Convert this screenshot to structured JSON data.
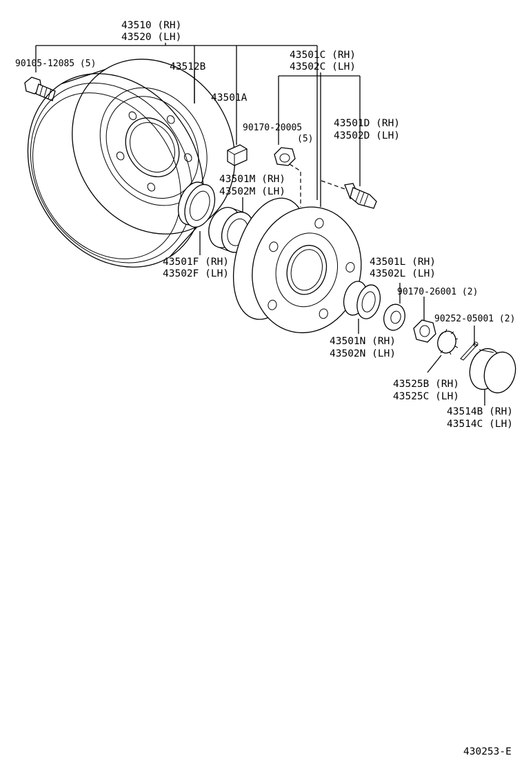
{
  "labels": {
    "assy_rh": "43510 (RH)",
    "assy_lh": "43520 (LH)",
    "hub_bolt": "90105-12085 (5)",
    "drum": "43512B",
    "seal_part": "43501A",
    "hub_rh": "43501C (RH)",
    "hub_lh": "43502C (LH)",
    "nut_stud": "90170-20005",
    "nut_stud_qty": "(5)",
    "stud_rh": "43501D (RH)",
    "stud_lh": "43502D (LH)",
    "bearing_m_rh": "43501M (RH)",
    "bearing_m_lh": "43502M (LH)",
    "seal_f_rh": "43501F (RH)",
    "seal_f_lh": "43502F (LH)",
    "washer_l_rh": "43501L (RH)",
    "washer_l_lh": "43502L (LH)",
    "nut_hub": "90170-26001 (2)",
    "cotter_pin": "90252-05001 (2)",
    "bearing_n_rh": "43501N (RH)",
    "bearing_n_lh": "43502N (LH)",
    "lock_cap_rh": "43525B (RH)",
    "lock_cap_lh": "43525C (LH)",
    "grease_cap_rh": "43514B (RH)",
    "grease_cap_lh": "43514C (LH)",
    "figure_code": "430253-E"
  }
}
